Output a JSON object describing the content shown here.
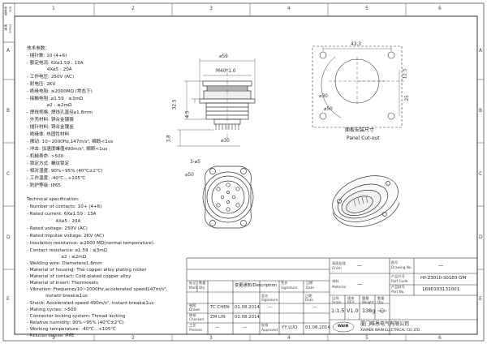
{
  "zones": {
    "columns": [
      "1",
      "2",
      "3",
      "4",
      "5",
      "6"
    ],
    "rows": [
      "A",
      "B",
      "C",
      "D",
      "E"
    ]
  },
  "side_stamp": [
    "标准化",
    "Std.",
    "审核",
    "Check"
  ],
  "specs_cn": [
    "技术参数：",
    "- 插针数: 10 (4+6)",
    "- 额定电流:  6X⌀1.59 : 13A",
    "              4X⌀5 : 20A",
    "- 工作电压: 250V (AC)",
    "- 耐电压: 2KV",
    "- 绝缘电阻: ≥2000MΩ (常态下)",
    "- 接触电阻: ⌀1.59 : ≤3mΩ",
    "              ⌀2 : ≤2mΩ",
    "- 焊线规格: 焊线孔直径⌀1.8mm",
    "- 外壳材料: 铜合金镀镍",
    "- 插针材料: 铜合金镀金",
    "- 绝缘体: 热固性材料",
    "- 振动: 10~2000Hz,147m/s², 瞬断<1us",
    "- 冲击: 加速度峰值490m/s², 瞬断<1us",
    "- 机械寿命: >500",
    "- 锁定方式: 螺纹锁定",
    "- 相对湿度: 90%~95% (40℃±2℃)",
    "- 工作温度: -40℃...+105℃",
    "- 防护等级: IP65"
  ],
  "specs_en": [
    "Technical specification:",
    "- Number of contacts: 10+ (4+6)",
    "- Rated current:  6X⌀1.59 : 13A",
    "                    4X⌀5 : 20A",
    "- Rated voltage: 250V (AC)",
    "- Rated impulse voltage: 2KV (AC)",
    "- Insulation resistance: ≥2000 MΩ(normal temperature).",
    "- Contact resistance:  ⌀1.59 : ≤3mΩ",
    "                        ⌀2 : ≤2mΩ",
    "- Welding wire: Diameter⌀1.8mm",
    "- Material of housing: The copper alloy plating nickel",
    "- Material of contact: Cold-plated copper alloy",
    "- Material of insert: Thermosets",
    "- Vibration: Frequency10~2000Hz,accelerated speed147m/s²,",
    "             instant break≤1us",
    "- Shock: Accelerated speed 490m/s², instant break≤1us",
    "- Mating cycles: >500",
    "- Connector locking system: Thread locking",
    "- Relative humidity: 90%~95% (40℃±2℃)",
    "- Working temperature: -40℃...+105℃",
    "- Pollution degree: IP65"
  ],
  "dimensions": {
    "d59": "⌀59",
    "m40": "M40*1.0",
    "d325": "32.5",
    "d45": "4.5",
    "d38": "3.8",
    "d30": "⌀30",
    "d433": "43.3",
    "d125": "12.5",
    "d25": "25",
    "d30b": "⌀30",
    "d50": "⌀50",
    "holes": "3-⌀5",
    "d50b": "⌀50"
  },
  "cutout": {
    "title_cn": "面板安装尺寸",
    "title_en": "Panel Cut-out"
  },
  "title_block": {
    "finish_label_cn": "表面处理",
    "finish_label_en": "Finish",
    "finish_value": "—",
    "material_label_cn": "材料",
    "material_label_en": "Material",
    "material_value": "—",
    "drawing_no_label_cn": "图号",
    "drawing_no_label_en": "Drawing No.",
    "drawing_no_value": "—",
    "part_code_label_cn": "产品代号",
    "part_code_label_en": "Part Code",
    "part_code_value": "HY-Z3010-S01E0-GM",
    "part_no_label_cn": "产品料号",
    "part_no_label_en": "Part No.",
    "part_no_value": "1690103131001",
    "rev_headers": [
      {
        "cn": "标记",
        "en": "Mark"
      },
      {
        "cn": "数量",
        "en": "Qty"
      },
      {
        "cn": "变更通知/Description",
        "en": ""
      },
      {
        "cn": "签名",
        "en": "Signature"
      },
      {
        "cn": "日期",
        "en": "Date"
      },
      {
        "cn": "签名",
        "en": "Signature"
      },
      {
        "cn": "日期",
        "en": "Date"
      }
    ],
    "drawn_label_cn": "制图",
    "drawn_label_en": "Drawn",
    "drawn_name": "TC CHEN",
    "drawn_date": "01.08.2014",
    "checked_label_cn": "审核",
    "checked_label_en": "Checked",
    "checked_name": "ZM LIN",
    "checked_date": "01.08.2014",
    "process_label_cn": "工艺",
    "process_label_en": "Process",
    "approved_label_cn": "批准",
    "approved_label_en": "Approved",
    "approved_name": "YY LUO",
    "approved_date": "01.08.2014",
    "dash": "—",
    "scale_label_cn": "比例",
    "scale_label_en": "Scale",
    "scale_value": "1:1.5",
    "rev_label_cn": "版本",
    "rev_label_en": "REV.",
    "rev_value": "V1.0",
    "weight_label_cn": "重量",
    "weight_label_en": "Weight",
    "weight_value": "138g",
    "qty_label_cn": "数量",
    "qty_label_en": "Qty.",
    "qty_value": "—",
    "company_cn": "厦门唯恩电气有限公司",
    "company_en": "XIAMEN WAIN ELECTRICAL CO.,LTD",
    "logo_text": "WAIN"
  }
}
